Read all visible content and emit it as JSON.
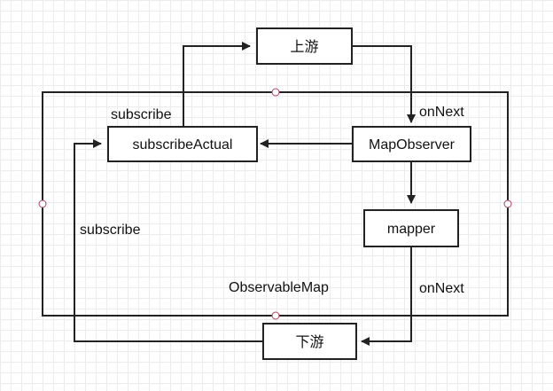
{
  "nodes": {
    "upstream": "上游",
    "downstream": "下游",
    "subscribe_actual": "subscribeActual",
    "map_observer": "MapObserver",
    "mapper": "mapper"
  },
  "container_label": "ObservableMap",
  "edge_labels": {
    "subscribe_top": "subscribe",
    "subscribe_left": "subscribe",
    "on_next_top": "onNext",
    "on_next_bottom": "onNext"
  },
  "colors": {
    "stroke": "#222222",
    "handle": "#b04060",
    "grid": "#ececec"
  }
}
